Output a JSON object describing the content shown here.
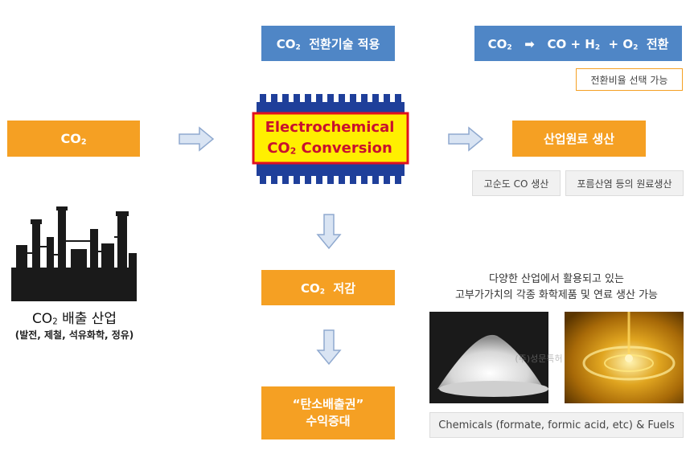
{
  "left": {
    "co2_box": "CO",
    "co2_box_sub": "2",
    "industry_title_main": "CO",
    "industry_title_sub": "2",
    "industry_title_rest": " 배출 산업",
    "industry_subtitle": "(발전, 제철, 석유화학, 정유)"
  },
  "center": {
    "tech_header_main": "CO",
    "tech_header_sub": "2",
    "tech_header_rest": "  전환기술 적용",
    "chip_line1": "Electrochemical",
    "chip_line2_main": "CO",
    "chip_line2_sub": "2",
    "chip_line2_rest": " Conversion",
    "reduction_main": "CO",
    "reduction_sub": "2",
    "reduction_rest": "  저감",
    "credit_line1": "“탄소배출권”",
    "credit_line2": "수익증대"
  },
  "right": {
    "conversion_header": {
      "a": "CO",
      "a_sub": "2",
      "arrow": "➡",
      "b": "CO + H",
      "b_sub": "2",
      "c": "  + O",
      "c_sub": "2",
      "d": "  전환"
    },
    "ratio_note": "전환비율 선택 가능",
    "production_box": "산업원료 생산",
    "tag_co": "고순도 CO 생산",
    "tag_formate": "포름산염 등의 원료생산",
    "description_line1": "다양한 산업에서 활용되고 있는",
    "description_line2": "고부가가치의 각종 화학제품 및 연료 생산 가능",
    "watermark": "(주)성문특허",
    "products_caption": "Chemicals (formate, formic acid, etc) & Fuels"
  },
  "colors": {
    "orange": "#f5a023",
    "blue": "#4f86c6",
    "arrow_fill": "#d9e4f3",
    "arrow_stroke": "#8fa9cf",
    "chip_blue": "#1f3f9a",
    "chip_yellow": "#ffef00",
    "chip_red": "#e01020"
  }
}
